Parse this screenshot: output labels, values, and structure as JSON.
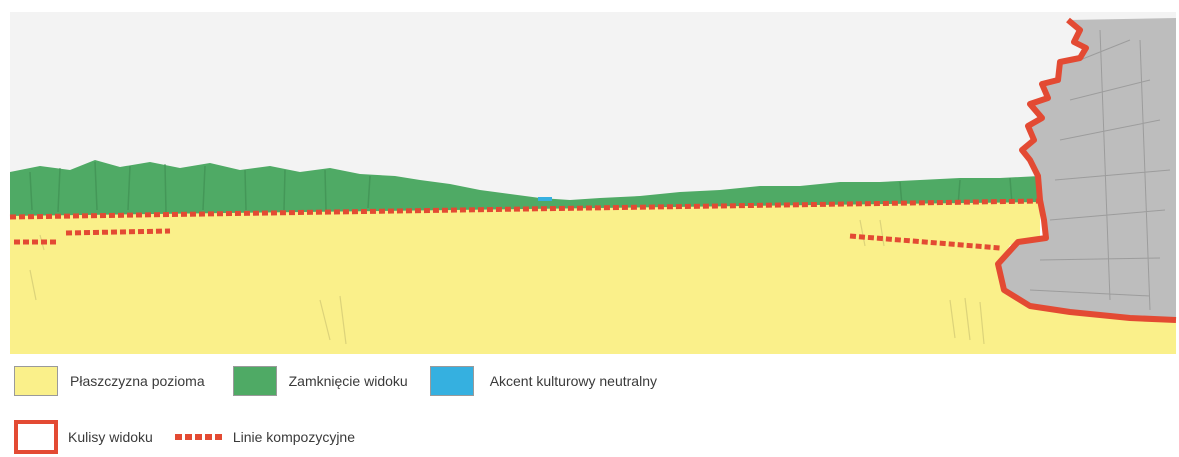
{
  "legend": {
    "items": [
      {
        "label": "Płaszczyzna pozioma",
        "color": "#faf08a",
        "kind": "fill"
      },
      {
        "label": "Zamknięcie widoku",
        "color": "#4faa65",
        "kind": "fill"
      },
      {
        "label": "Akcent kulturowy neutralny",
        "color": "#35b0e0",
        "kind": "fill"
      },
      {
        "label": "Kulisy widoku",
        "color": "#e34a33",
        "kind": "outline"
      },
      {
        "label": "Linie kompozycyjne",
        "color": "#e34a33",
        "kind": "dashed-line"
      }
    ]
  },
  "colors": {
    "sky": "#f3f3f3",
    "meadow": "#faf08a",
    "treeline": "#4faa65",
    "tree_mass": "#bdbdbd",
    "accent_red": "#e34a33"
  }
}
